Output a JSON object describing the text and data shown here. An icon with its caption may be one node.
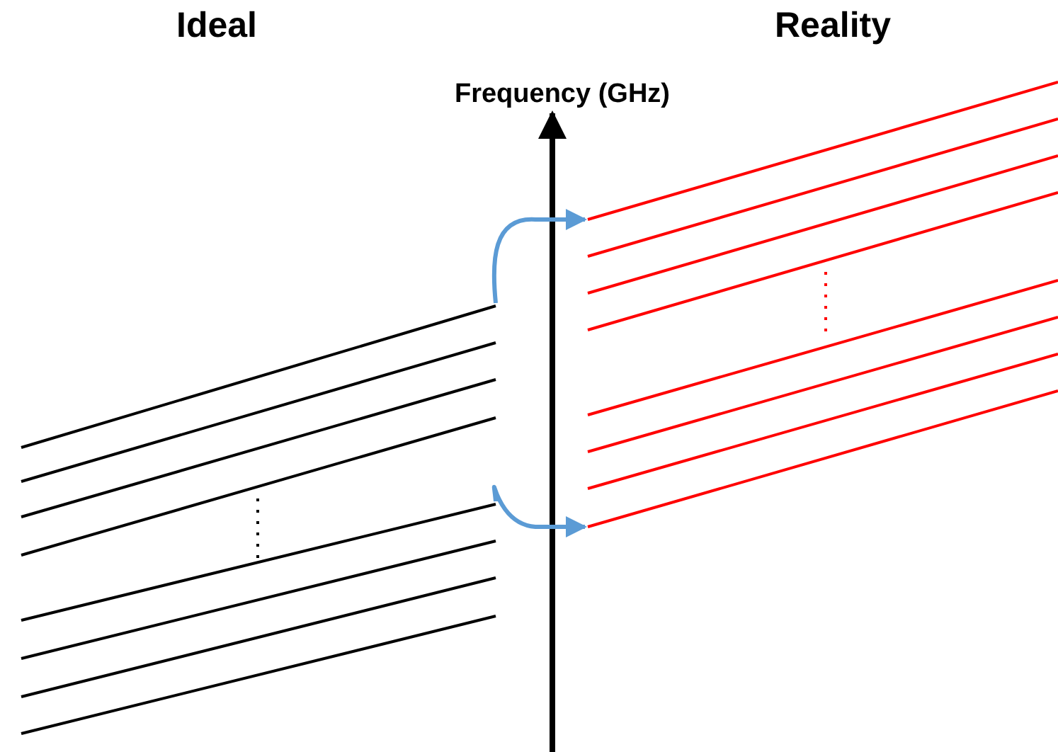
{
  "diagram": {
    "nodes": [
      {
        "text": [],
        "shape": "line"
      },
      {
        "text": [],
        "shape": "line"
      },
      {
        "text": [],
        "shape": "line"
      },
      {
        "text": [],
        "shape": "line"
      },
      {
        "text": [],
        "shape": "line"
      },
      {
        "text": [],
        "shape": "line"
      },
      {
        "text": [],
        "shape": "line"
      },
      {
        "text": [],
        "shape": "line"
      },
      {
        "text": [],
        "shape": "line"
      },
      {
        "text": [],
        "shape": "line"
      },
      {
        "text": [],
        "shape": "line"
      },
      {
        "text": [],
        "shape": "line"
      },
      {
        "text": [],
        "shape": "line"
      },
      {
        "text": [],
        "shape": "line"
      },
      {
        "text": [],
        "shape": "line"
      },
      {
        "text": [],
        "shape": "line"
      }
    ],
    "edges": [
      {
        "from": 0,
        "to": 8,
        "arrow": "to"
      },
      {
        "from": 4,
        "to": 15,
        "arrow": "to"
      }
    ],
    "labels": [
      "Ideal",
      "Reality",
      "Frequency (GHz)"
    ]
  }
}
